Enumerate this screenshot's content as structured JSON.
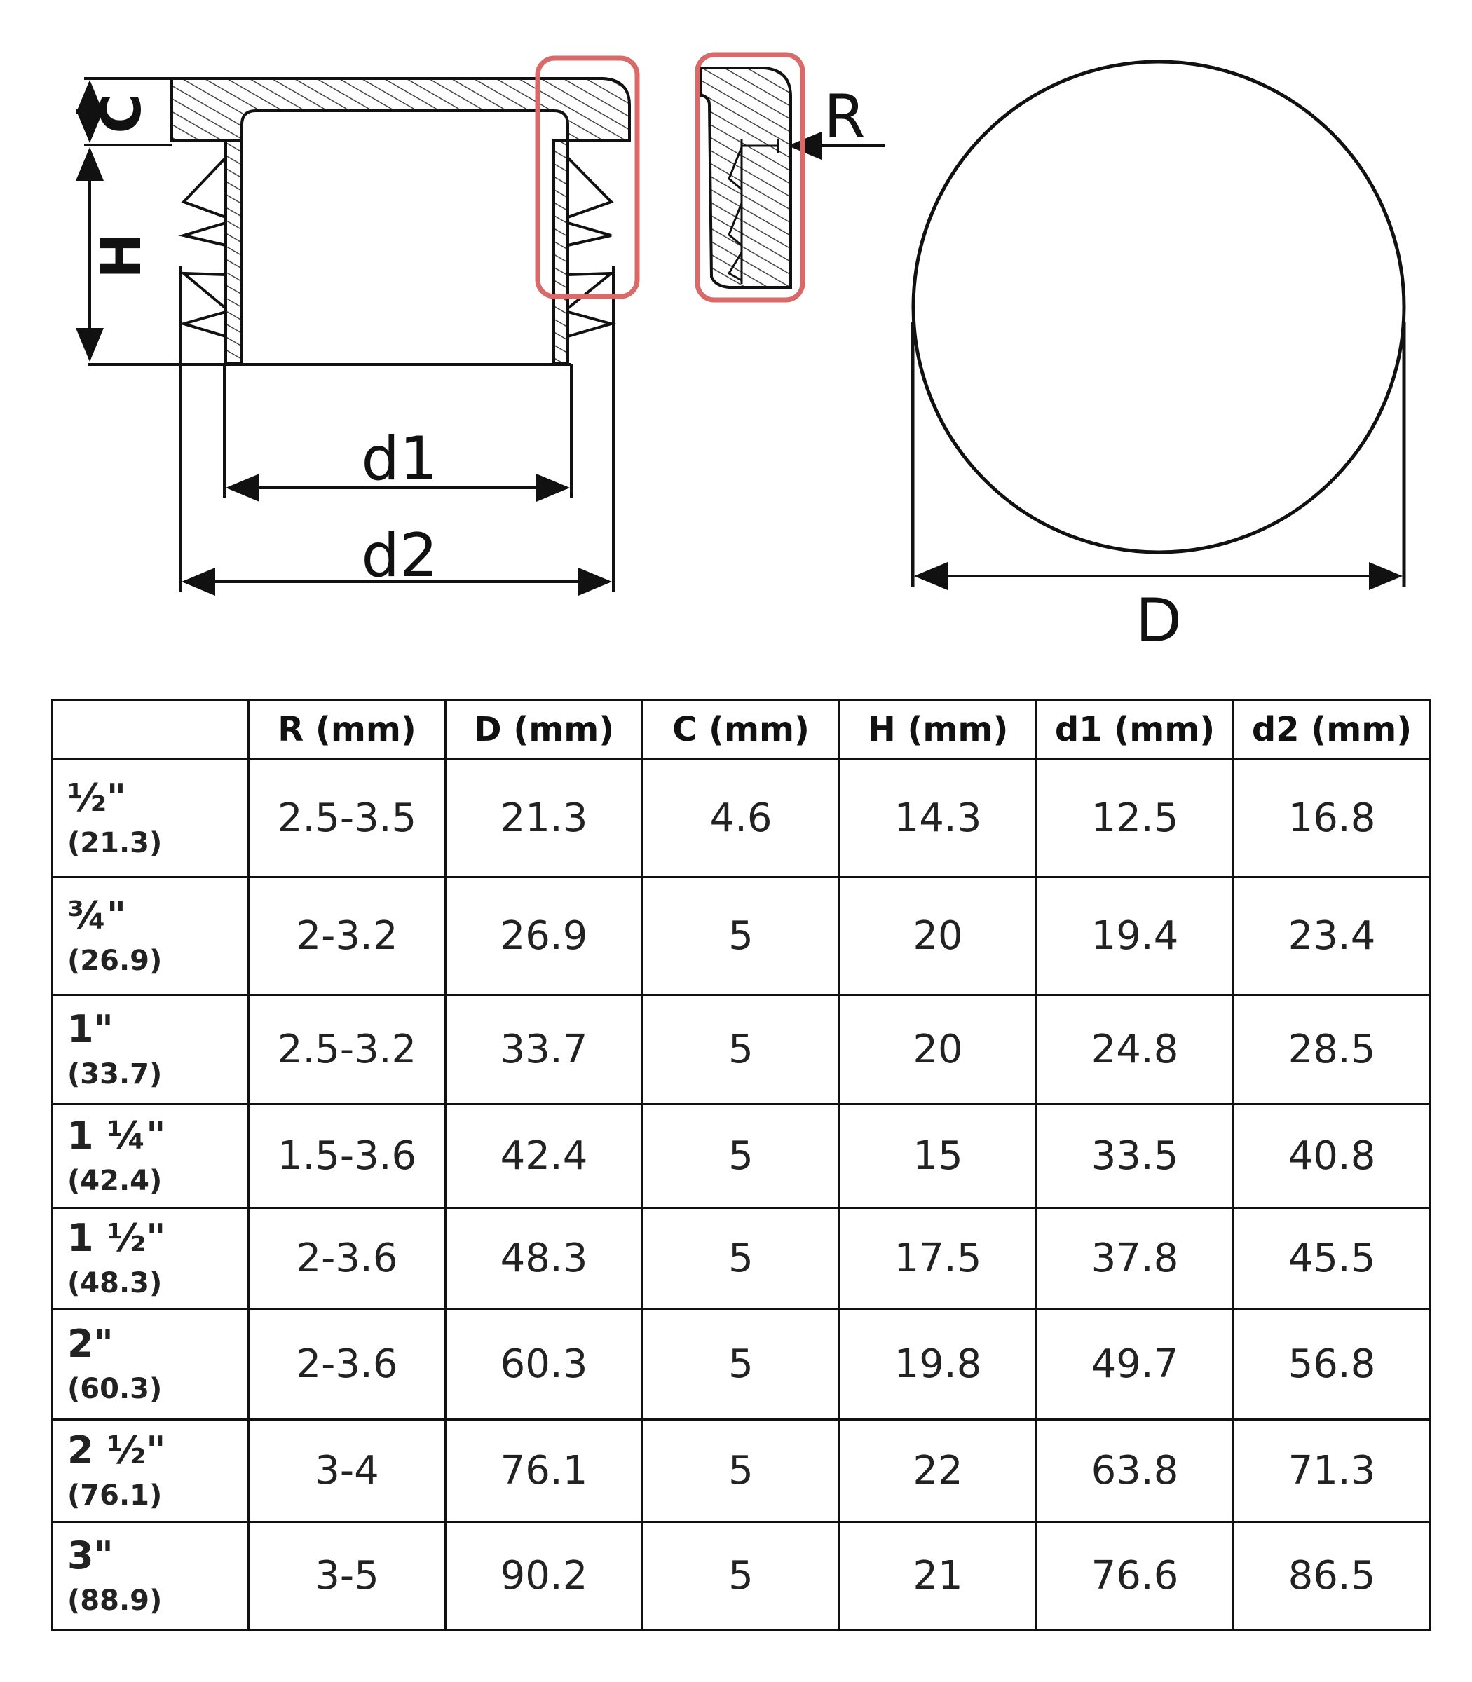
{
  "diagram": {
    "labels": {
      "c": "C",
      "h": "H",
      "r": "R",
      "d1": "d1",
      "d2": "d2",
      "d": "D"
    },
    "highlight_color": "#d96a6a",
    "line_color": "#111111",
    "hatch_color": "#444444"
  },
  "table": {
    "headers": [
      "",
      "R (mm)",
      "D (mm)",
      "C (mm)",
      "H (mm)",
      "d1 (mm)",
      "d2 (mm)"
    ],
    "rows": [
      {
        "size": "½\"",
        "sub": "(21.3)",
        "values": [
          "2.5-3.5",
          "21.3",
          "4.6",
          "14.3",
          "12.5",
          "16.8"
        ]
      },
      {
        "size": "¾\"",
        "sub": "(26.9)",
        "values": [
          "2-3.2",
          "26.9",
          "5",
          "20",
          "19.4",
          "23.4"
        ]
      },
      {
        "size": "1\"",
        "sub": "(33.7)",
        "values": [
          "2.5-3.2",
          "33.7",
          "5",
          "20",
          "24.8",
          "28.5"
        ]
      },
      {
        "size": "1 ¼\"",
        "sub": "(42.4)",
        "values": [
          "1.5-3.6",
          "42.4",
          "5",
          "15",
          "33.5",
          "40.8"
        ]
      },
      {
        "size": "1 ½\"",
        "sub": "(48.3)",
        "values": [
          "2-3.6",
          "48.3",
          "5",
          "17.5",
          "37.8",
          "45.5"
        ]
      },
      {
        "size": "2\"",
        "sub": "(60.3)",
        "values": [
          "2-3.6",
          "60.3",
          "5",
          "19.8",
          "49.7",
          "56.8"
        ]
      },
      {
        "size": "2 ½\"",
        "sub": "(76.1)",
        "values": [
          "3-4",
          "76.1",
          "5",
          "22",
          "63.8",
          "71.3"
        ]
      },
      {
        "size": "3\"",
        "sub": "(88.9)",
        "values": [
          "3-5",
          "90.2",
          "5",
          "21",
          "76.6",
          "86.5"
        ]
      }
    ]
  }
}
